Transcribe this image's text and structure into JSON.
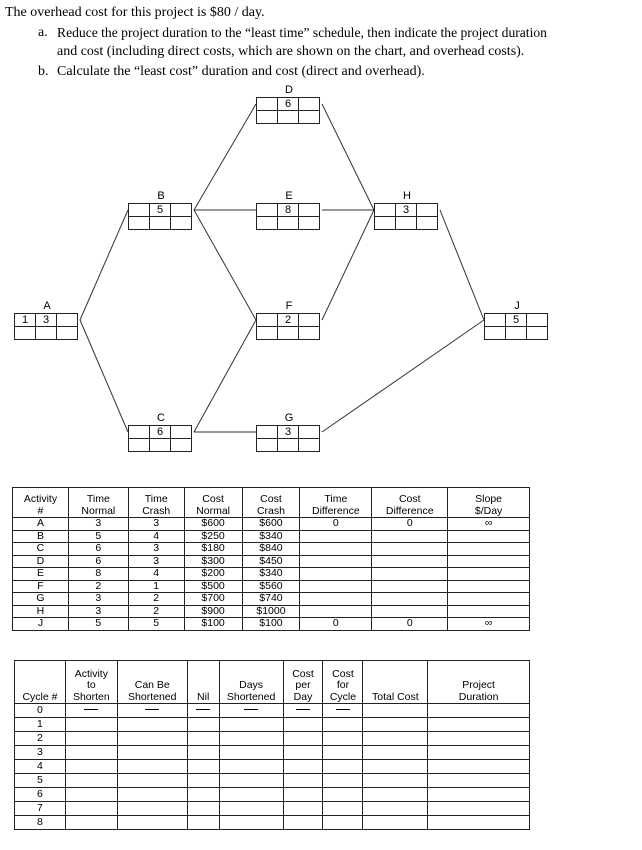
{
  "problem": {
    "intro": "The overhead cost for this project is $80 / day.",
    "a_marker": "a.",
    "a_line1": "Reduce the project duration to the “least time” schedule, then indicate the project duration",
    "a_line2": "and cost (including direct costs, which are shown on the chart, and overhead costs).",
    "b_marker": "b.",
    "b_line1": "Calculate the “least cost” duration and cost (direct and overhead)."
  },
  "network": {
    "nodes": [
      {
        "id": "A",
        "duration": "3",
        "left_value": "1"
      },
      {
        "id": "B",
        "duration": "5"
      },
      {
        "id": "C",
        "duration": "6"
      },
      {
        "id": "D",
        "duration": "6"
      },
      {
        "id": "E",
        "duration": "8"
      },
      {
        "id": "F",
        "duration": "2"
      },
      {
        "id": "G",
        "duration": "3"
      },
      {
        "id": "H",
        "duration": "3"
      },
      {
        "id": "J",
        "duration": "5"
      }
    ],
    "edges": [
      [
        "A",
        "B"
      ],
      [
        "A",
        "C"
      ],
      [
        "B",
        "D"
      ],
      [
        "B",
        "E"
      ],
      [
        "B",
        "F"
      ],
      [
        "C",
        "F"
      ],
      [
        "C",
        "G"
      ],
      [
        "D",
        "H"
      ],
      [
        "E",
        "H"
      ],
      [
        "F",
        "H"
      ],
      [
        "H",
        "J"
      ],
      [
        "G",
        "J"
      ]
    ]
  },
  "activity_table": {
    "headers": [
      [
        "Activity",
        "#"
      ],
      [
        "Time",
        "Normal"
      ],
      [
        "Time",
        "Crash"
      ],
      [
        "Cost",
        "Normal"
      ],
      [
        "Cost",
        "Crash"
      ],
      [
        "Time",
        "Difference"
      ],
      [
        "Cost",
        "Difference"
      ],
      [
        "Slope",
        "$/Day"
      ]
    ],
    "rows": [
      [
        "A",
        "3",
        "3",
        "$600",
        "$600",
        "0",
        "0",
        "∞"
      ],
      [
        "B",
        "5",
        "4",
        "$250",
        "$340",
        "",
        "",
        ""
      ],
      [
        "C",
        "6",
        "3",
        "$180",
        "$840",
        "",
        "",
        ""
      ],
      [
        "D",
        "6",
        "3",
        "$300",
        "$450",
        "",
        "",
        ""
      ],
      [
        "E",
        "8",
        "4",
        "$200",
        "$340",
        "",
        "",
        ""
      ],
      [
        "F",
        "2",
        "1",
        "$500",
        "$560",
        "",
        "",
        ""
      ],
      [
        "G",
        "3",
        "2",
        "$700",
        "$740",
        "",
        "",
        ""
      ],
      [
        "H",
        "3",
        "2",
        "$900",
        "$1000",
        "",
        "",
        ""
      ],
      [
        "J",
        "5",
        "5",
        "$100",
        "$100",
        "0",
        "0",
        "∞"
      ]
    ]
  },
  "cycle_table": {
    "headers": [
      [
        "Cycle #"
      ],
      [
        "Activity",
        "to",
        "Shorten"
      ],
      [
        "Can Be",
        "Shortened"
      ],
      [
        "Nil"
      ],
      [
        "Days",
        "Shortened"
      ],
      [
        "Cost",
        "per",
        "Day"
      ],
      [
        "Cost",
        "for",
        "Cycle"
      ],
      [
        "Total Cost"
      ],
      [
        "Project",
        "Duration"
      ]
    ],
    "cycles": [
      "0",
      "1",
      "2",
      "3",
      "4",
      "5",
      "6",
      "7",
      "8"
    ]
  }
}
